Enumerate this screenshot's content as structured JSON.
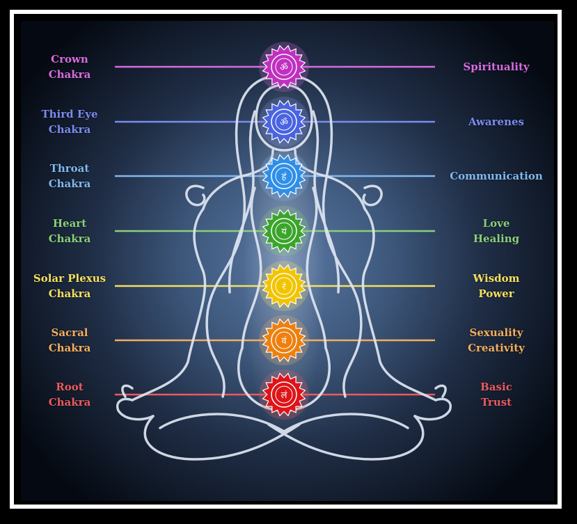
{
  "chakras": [
    {
      "left": [
        "Crown",
        "Chakra"
      ],
      "right": [
        "Spirituality"
      ],
      "color": "#c02fc0",
      "light": "#d86be0",
      "glyph": "ॐ"
    },
    {
      "left": [
        "Third Eye",
        "Chakra"
      ],
      "right": [
        "Awarenes"
      ],
      "color": "#4a63e0",
      "light": "#7b8cf0",
      "glyph": "ॐ"
    },
    {
      "left": [
        "Throat",
        "Chakra"
      ],
      "right": [
        "Communication"
      ],
      "color": "#2f8fe8",
      "light": "#80b8f0",
      "glyph": "हं"
    },
    {
      "left": [
        "Heart",
        "Chakra"
      ],
      "right": [
        "Love",
        "Healing"
      ],
      "color": "#3aa52a",
      "light": "#8ad07a",
      "glyph": "यं"
    },
    {
      "left": [
        "Solar Plexus",
        "Chakra"
      ],
      "right": [
        "Wisdom",
        "Power"
      ],
      "color": "#f2c400",
      "light": "#f6e060",
      "glyph": "रं"
    },
    {
      "left": [
        "Sacral",
        "Chakra"
      ],
      "right": [
        "Sexuality",
        "Creativity"
      ],
      "color": "#ee8010",
      "light": "#f3ae5e",
      "glyph": "वं"
    },
    {
      "left": [
        "Root",
        "Chakra"
      ],
      "right": [
        "Basic",
        "Trust"
      ],
      "color": "#dd1418",
      "light": "#ec5a5e",
      "glyph": "लं"
    }
  ]
}
